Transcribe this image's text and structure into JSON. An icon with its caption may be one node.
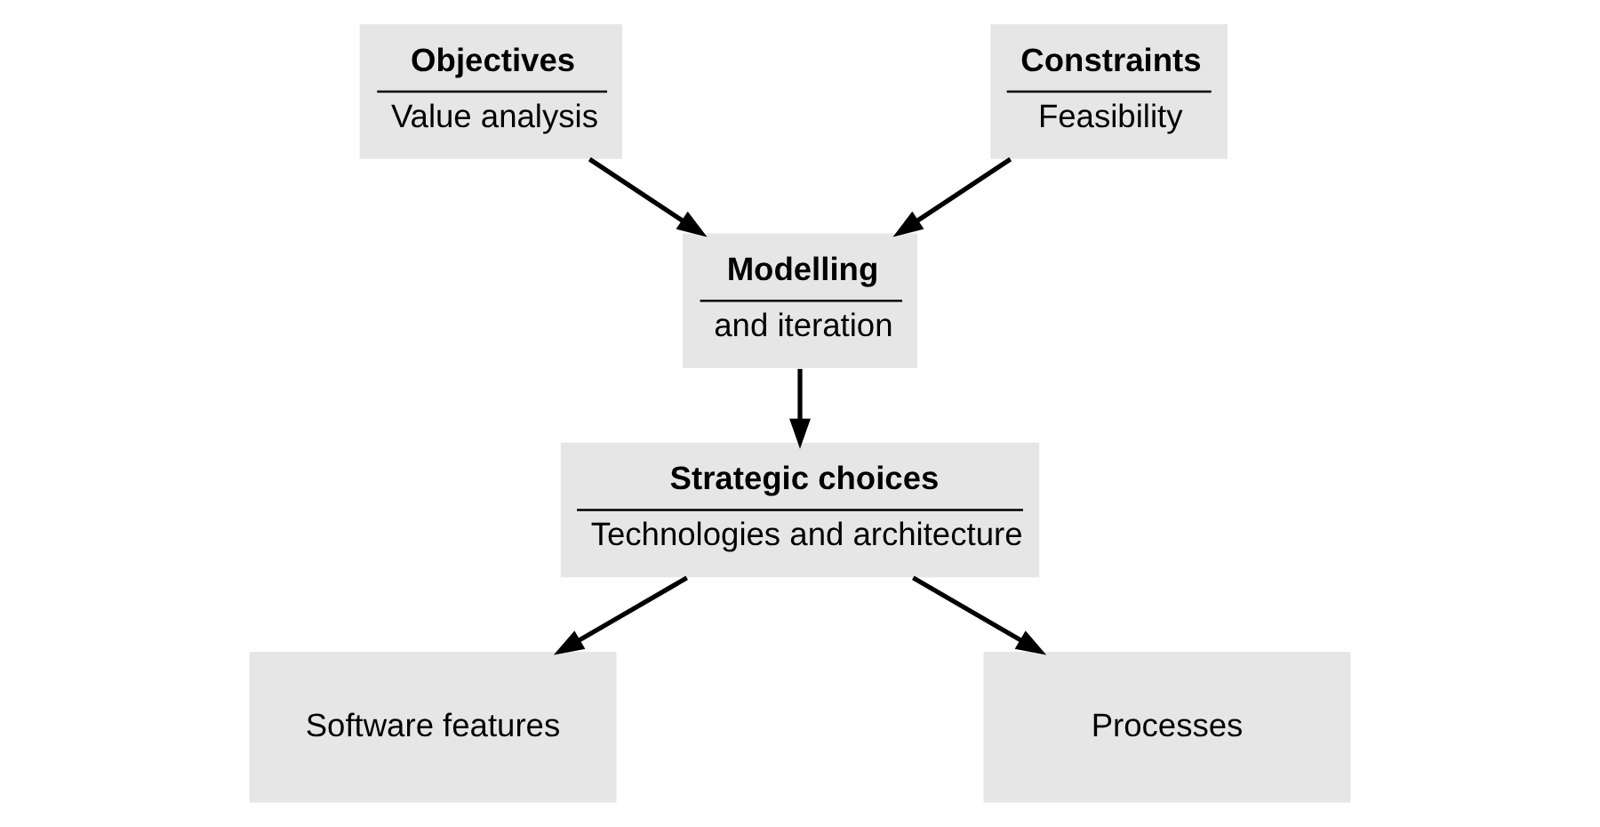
{
  "diagram": {
    "nodes": [
      {
        "text": [
          "Objectives",
          "Value analysis"
        ]
      },
      {
        "text": [
          "Constraints",
          "Feasibility"
        ]
      },
      {
        "text": [
          "Modelling",
          "and iteration"
        ]
      },
      {
        "text": [
          "Strategic choices",
          "Technologies and architecture"
        ]
      },
      {
        "text": [
          "Software features"
        ]
      },
      {
        "text": [
          "Processes"
        ]
      }
    ],
    "edges": [
      {
        "from": 0,
        "to": 2,
        "arrow": "to"
      },
      {
        "from": 1,
        "to": 2,
        "arrow": "to"
      },
      {
        "from": 2,
        "to": 3,
        "arrow": "to"
      },
      {
        "from": 3,
        "to": 4,
        "arrow": "to"
      },
      {
        "from": 3,
        "to": 5,
        "arrow": "to"
      }
    ]
  }
}
